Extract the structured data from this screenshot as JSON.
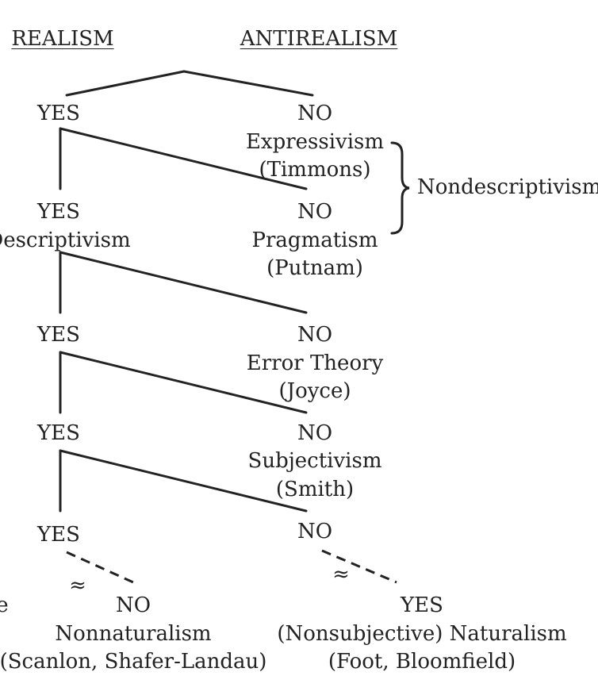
{
  "headers": {
    "realism": "REALISM",
    "antirealism": "ANTIREALISM"
  },
  "levels": [
    {
      "yes": "YES",
      "no": "NO"
    },
    {
      "yes": "YES",
      "no": "NO"
    },
    {
      "yes": "YES",
      "no": "NO"
    },
    {
      "yes": "YES",
      "no": "NO"
    },
    {
      "yes": "YES",
      "no": "NO"
    }
  ],
  "positions": {
    "expressivism": {
      "name": "Expressivism",
      "author": "(Timmons)"
    },
    "descriptivism": "Descriptivism",
    "pragmatism": {
      "name": "Pragmatism",
      "author": "(Putnam)"
    },
    "error_theory": {
      "name": "Error Theory",
      "author": "(Joyce)"
    },
    "subjectivism": {
      "name": "Subjectivism",
      "author": "(Smith)"
    },
    "nondescriptivism": "Nondescriptivism",
    "nonnaturalism": {
      "answer": "NO",
      "name": "Nonnaturalism",
      "authors": "(Scanlon, Shafer-Landau)"
    },
    "naturalism": {
      "answer": "YES",
      "name": "(Nonsubjective) Naturalism",
      "authors": "(Foot, Bloomfield)"
    },
    "cut_left_text": "e"
  },
  "symbols": {
    "approx": "≈"
  }
}
